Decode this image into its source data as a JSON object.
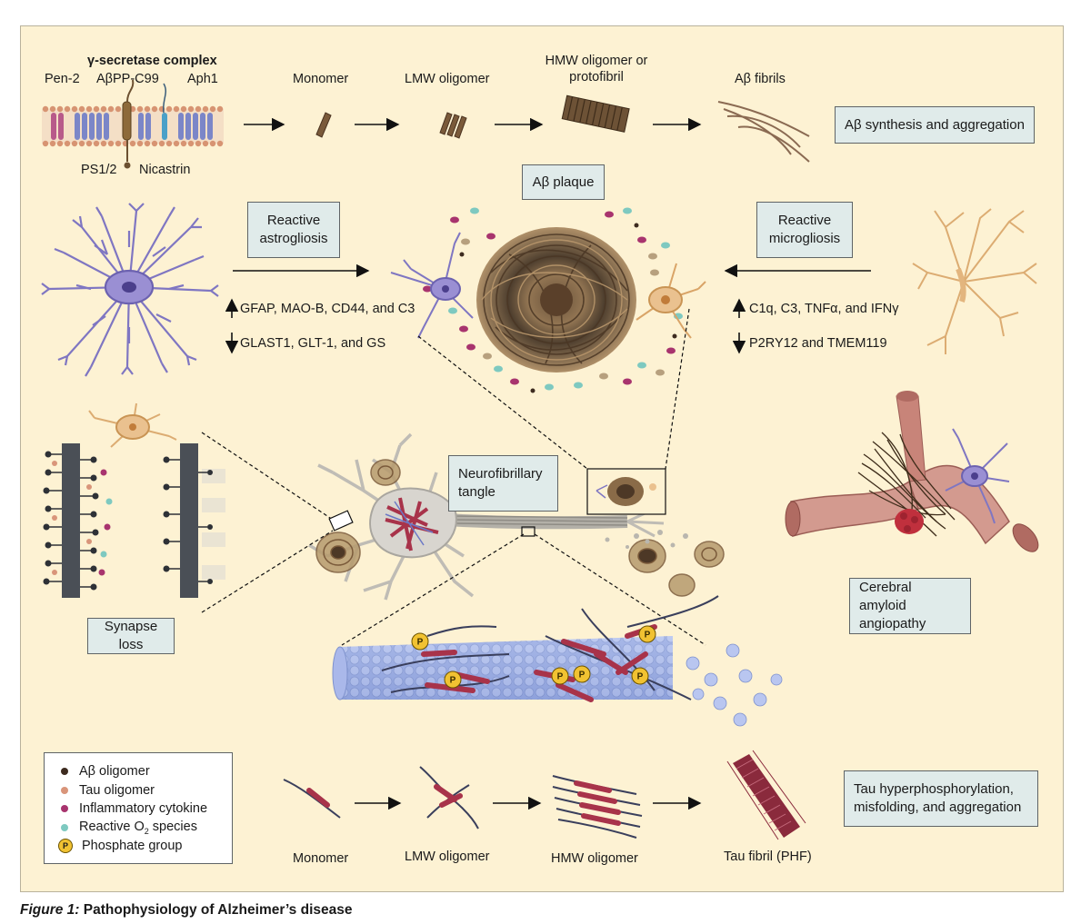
{
  "top": {
    "gamma_secretase": "γ-secretase complex",
    "pen2": "Pen-2",
    "abpp": "AβPP-C99",
    "aph1": "Aph1",
    "ps12": "PS1/2",
    "nicastrin": "Nicastrin",
    "monomer": "Monomer",
    "lmw": "LMW oligomer",
    "hmw_line1": "HMW oligomer or",
    "hmw_line2": "protofibril",
    "fibrils": "Aβ fibrils",
    "box": "Aβ synthesis and aggregation"
  },
  "middle": {
    "plaque": "Aβ plaque",
    "astro_box_line1": "Reactive",
    "astro_box_line2": "astrogliosis",
    "micro_box_line1": "Reactive",
    "micro_box_line2": "microgliosis",
    "astro_up": "GFAP, MAO-B, CD44, and C3",
    "astro_down": "GLAST1, GLT-1, and GS",
    "micro_up": "C1q, C3, TNFα, and IFNγ",
    "micro_down": "P2RY12 and TMEM119"
  },
  "neuron": {
    "nft_line1": "Neurofibrillary",
    "nft_line2": "tangle",
    "synapse": "Synapse loss",
    "caa_line1": "Cerebral amyloid",
    "caa_line2": "angiopathy"
  },
  "legend": {
    "items": [
      {
        "label": "Aβ oligomer",
        "color": "#3d2b1f"
      },
      {
        "label": "Tau oligomer",
        "color": "#d9957a"
      },
      {
        "label": "Inflammatory cytokine",
        "color": "#a8346e"
      },
      {
        "label": "Reactive O",
        "sub": "2",
        "tail": " species",
        "color": "#7ec9c0"
      }
    ],
    "phosphate": "Phosphate group",
    "phosphate_symbol": "P"
  },
  "bottom": {
    "monomer": "Monomer",
    "lmw": "LMW oligomer",
    "hmw": "HMW oligomer",
    "fibril": "Tau fibril (PHF)",
    "box_line1": "Tau hyperphosphorylation,",
    "box_line2": "misfolding, and aggregation"
  },
  "caption": {
    "fig": "Figure 1:",
    "title": " Pathophysiology of Alzheimer’s disease"
  },
  "colors": {
    "panel": "#fdf2d3",
    "box": "#e0ebea",
    "amyloid": "#7a5a3a",
    "tau": "#a8334a",
    "astrocyte": "#8b7fc4",
    "microglia": "#e7b886",
    "microtubule": "#9fb0e0"
  }
}
